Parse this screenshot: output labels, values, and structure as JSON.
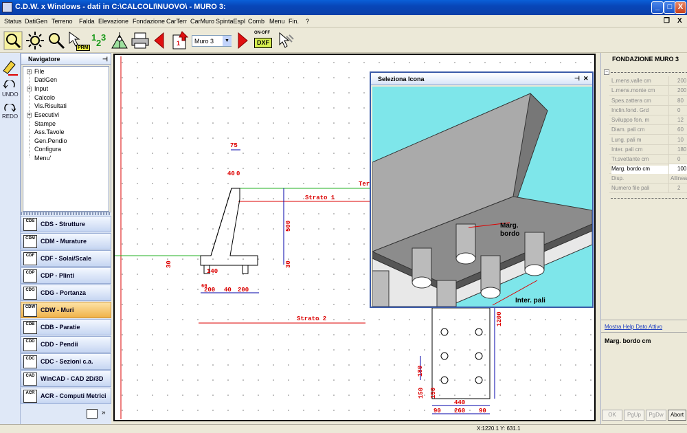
{
  "window": {
    "title": "C.D.W. x Windows - dati in C:\\CALCOLI\\NUOVO\\ - MURO 3:",
    "minimize": "_",
    "maximize": "□",
    "close": "X"
  },
  "menu": {
    "items": [
      "Status",
      "DatiGen",
      "Terreno",
      "Falda",
      "Elevazione",
      "Fondazione",
      "CarTerr",
      "CarMuro",
      "SpintaEspl",
      "Comb",
      "Menu",
      "Fin.",
      "?"
    ],
    "sub_restore": "❐",
    "sub_close": "X"
  },
  "toolbar": {
    "selector_value": "Muro  3",
    "onoff_label": "ON-OFF",
    "dxf_label": "DXF",
    "prm_label": "PRM",
    "page_label": "1"
  },
  "left_strip": {
    "undo": "UNDO",
    "redo": "REDO"
  },
  "navigator": {
    "title": "Navigatore",
    "pin": "⊣",
    "items": [
      {
        "label": "File",
        "expandable": true
      },
      {
        "label": "DatiGen",
        "expandable": false
      },
      {
        "label": "Input",
        "expandable": true
      },
      {
        "label": "Calcolo",
        "expandable": false
      },
      {
        "label": "Vis.Risultati",
        "expandable": false
      },
      {
        "label": "Esecutivi",
        "expandable": true
      },
      {
        "label": "Stampe",
        "expandable": false
      },
      {
        "label": "Ass.Tavole",
        "expandable": false
      },
      {
        "label": "Gen.Pendio",
        "expandable": false
      },
      {
        "label": "Configura",
        "expandable": false
      },
      {
        "label": "Menu'",
        "expandable": false
      }
    ]
  },
  "modules": [
    {
      "icon": "CDS",
      "label": "CDS - Strutture"
    },
    {
      "icon": "CDM",
      "label": "CDM - Murature"
    },
    {
      "icon": "CDF",
      "label": "CDF - Solai/Scale"
    },
    {
      "icon": "CDP",
      "label": "CDP - Plinti"
    },
    {
      "icon": "CDG",
      "label": "CDG - Portanza"
    },
    {
      "icon": "CDW",
      "label": "CDW - Muri",
      "selected": true
    },
    {
      "icon": "CDB",
      "label": "CDB - Paratie"
    },
    {
      "icon": "CDD",
      "label": "CDD - Pendii"
    },
    {
      "icon": "CDC",
      "label": "CDC - Sezioni c.a."
    },
    {
      "icon": "CAD",
      "label": "WinCAD - CAD 2D/3D"
    },
    {
      "icon": "ACR",
      "label": "ACR - Computi Metrici"
    }
  ],
  "modules_more": "»",
  "drawing": {
    "dims": {
      "top": "75",
      "wall_top": "40",
      "wall_top2": "0",
      "height": "500",
      "found_h": "30",
      "found_h2": "30",
      "toe": "140",
      "base_left": "200",
      "base_mid": "40",
      "base_right": "200",
      "small": "60",
      "plan_depth": "1200",
      "plan_pitch": "180",
      "plan_edge": "150",
      "plan_edge2": "150",
      "plan_width": "440",
      "plan_a": "90",
      "plan_b": "260",
      "plan_c": "90"
    },
    "labels": {
      "strato1": "Strato 1",
      "strato2": "Strato 2",
      "terreno_partial": "Ter"
    }
  },
  "popup": {
    "title": "Seleziona Icona",
    "pin": "⊣",
    "close": "✕",
    "label_marg": "Marg.",
    "label_bordo": "bordo",
    "label_inter": "Inter. pali"
  },
  "props": {
    "title": "FONDAZIONE MURO 3",
    "rows": [
      {
        "label": "L.mens.valle   cm",
        "value": "200"
      },
      {
        "label": "L.mens.monte   cm",
        "value": "200"
      },
      {
        "label": "Spes.zattera   cm",
        "value": "80"
      },
      {
        "label": "Inclin.fond.  Grd",
        "value": "0"
      },
      {
        "label": "Sviluppo fon.   m",
        "value": "12"
      },
      {
        "label": "Diam. pali    cm",
        "value": "60"
      },
      {
        "label": "Lung. pali      m",
        "value": "10"
      },
      {
        "label": "Inter. pali    cm",
        "value": "180"
      },
      {
        "label": "Tr.svettante   cm",
        "value": "0"
      },
      {
        "label": "Marg. bordo    cm",
        "value": "100",
        "active": true
      },
      {
        "label": "Disp.",
        "value": "Allineati"
      },
      {
        "label": "Numero file pali",
        "value": "2"
      }
    ],
    "help_link": "Mostra Help Dato Attivo",
    "help_text": "Marg. bordo    cm",
    "buttons": [
      {
        "label": "OK",
        "enabled": false
      },
      {
        "label": "PgUp",
        "enabled": false
      },
      {
        "label": "PgDw",
        "enabled": false
      },
      {
        "label": "Abort",
        "enabled": true
      }
    ]
  },
  "status": {
    "coords": "X:1220.1  Y: 631.1"
  }
}
